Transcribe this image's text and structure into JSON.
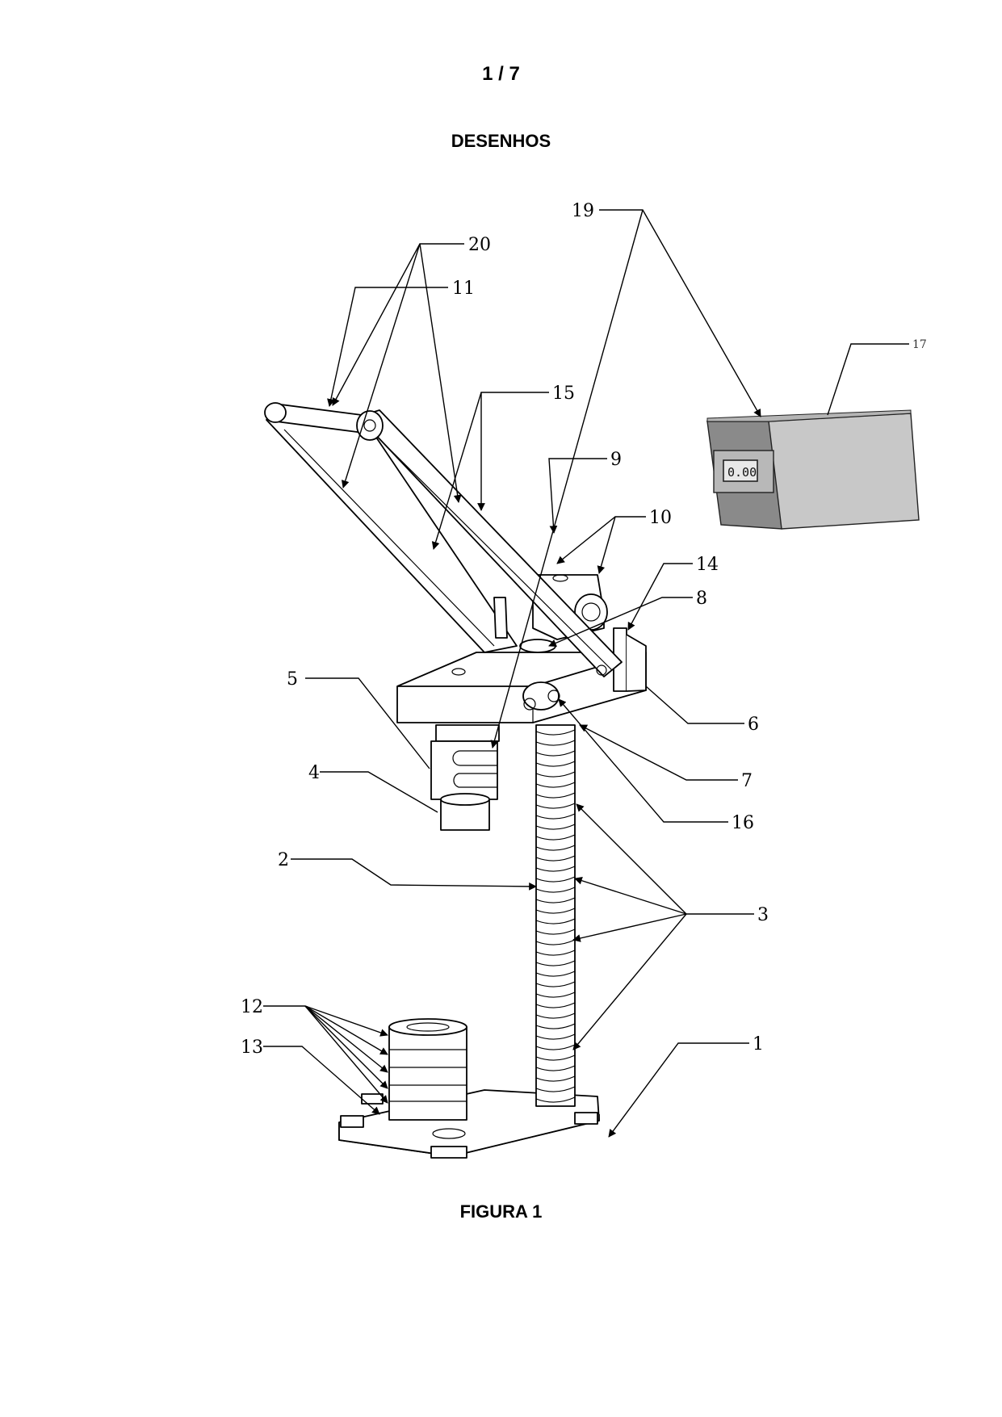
{
  "page_number": "1 / 7",
  "section_title": "DESENHOS",
  "figure_caption": "FIGURA 1",
  "display": {
    "reading": "0.00"
  },
  "labels": {
    "l1": "1",
    "l2": "2",
    "l3": "3",
    "l4": "4",
    "l5": "5",
    "l6": "6",
    "l7": "7",
    "l8": "8",
    "l9": "9",
    "l10": "10",
    "l11": "11",
    "l12": "12",
    "l13": "13",
    "l14": "14",
    "l15": "15",
    "l16": "16",
    "l17": "17",
    "l19": "19",
    "l20": "20"
  },
  "colors": {
    "box_light": "#c8c8c8",
    "box_dark": "#8a8a8a",
    "line": "#000000"
  }
}
